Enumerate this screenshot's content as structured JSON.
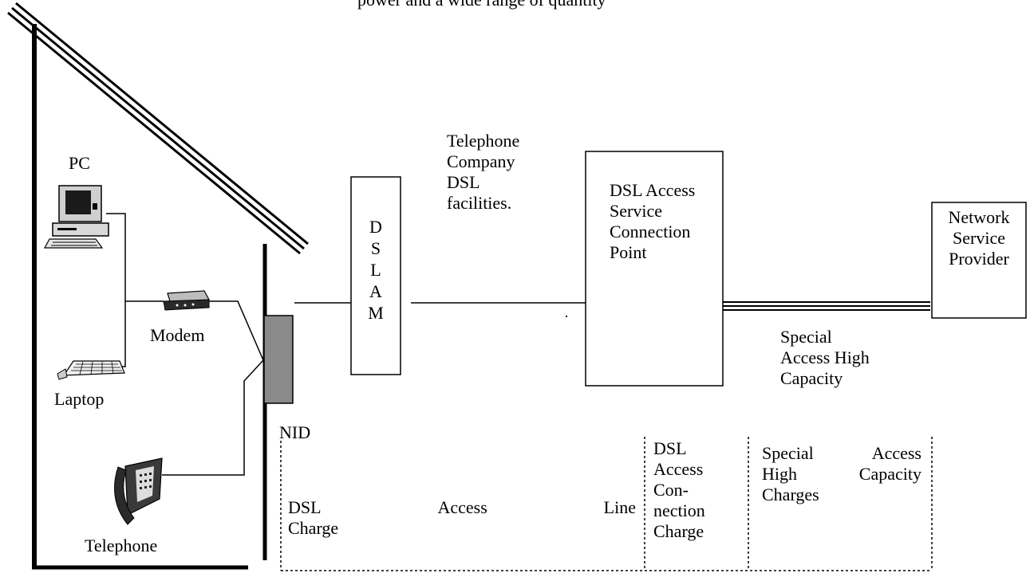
{
  "header_fragment": "power and a wide range of quantity",
  "devices": {
    "pc": "PC",
    "modem": "Modem",
    "laptop": "Laptop",
    "telephone": "Telephone",
    "nid": "NID"
  },
  "dslam_letters": [
    "D",
    "S",
    "L",
    "A",
    "M"
  ],
  "telco_facilities": "Telephone\nCompany\nDSL\nfacilities.",
  "connection_point": "DSL Access\nService\nConnection\nPoint",
  "nsp": "Network\nService\nProvider",
  "special_access_link": "Special\nAccess High\nCapacity",
  "charges": {
    "dsl_line_words": [
      "DSL",
      "Access",
      "Line"
    ],
    "dsl_line_tail": "Charge",
    "connection": "DSL\nAccess\nCon-\nnection\nCharge",
    "special_line1": [
      "Special",
      "Access"
    ],
    "special_line2": [
      "High",
      "Capacity"
    ],
    "special_tail": "Charges"
  }
}
